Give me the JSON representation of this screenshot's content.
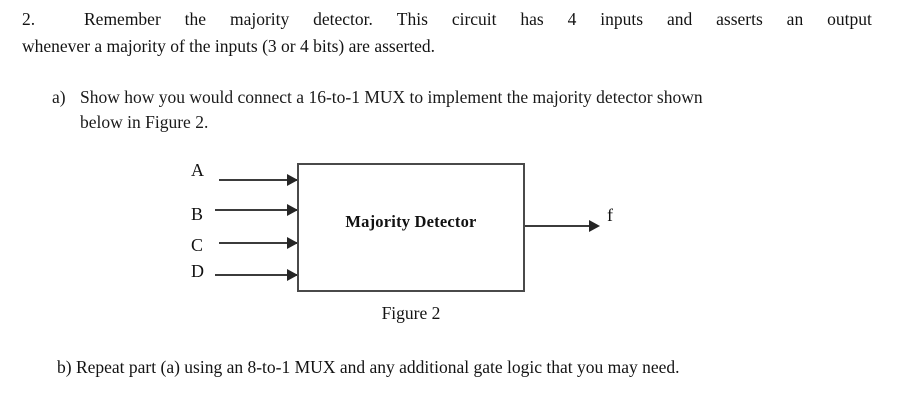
{
  "document": {
    "question": {
      "number": "2.",
      "line1_segments": [
        "Remember",
        "the",
        "majority",
        "detector.",
        "This",
        "circuit",
        "has",
        "4",
        "inputs",
        "and",
        "asserts",
        "an",
        "output"
      ],
      "line2": "whenever a majority of the inputs (3 or 4 bits) are asserted."
    },
    "part_a": {
      "marker": "a)",
      "line1": "Show how you would connect a 16-to-1 MUX to implement the majority detector shown",
      "line2": "below in Figure 2."
    },
    "part_b": {
      "text": "b) Repeat part (a) using an 8-to-1 MUX and any additional gate logic that you may need."
    }
  },
  "figure": {
    "caption": "Figure 2",
    "block_label": "Majority Detector",
    "inputs": [
      {
        "label": "A"
      },
      {
        "label": "B"
      },
      {
        "label": "C"
      },
      {
        "label": "D"
      }
    ],
    "output": {
      "label": "f"
    },
    "colors": {
      "box_border": "#4a4a4a",
      "wire": "#3b3b3b",
      "text": "#111111",
      "background": "#ffffff"
    }
  }
}
